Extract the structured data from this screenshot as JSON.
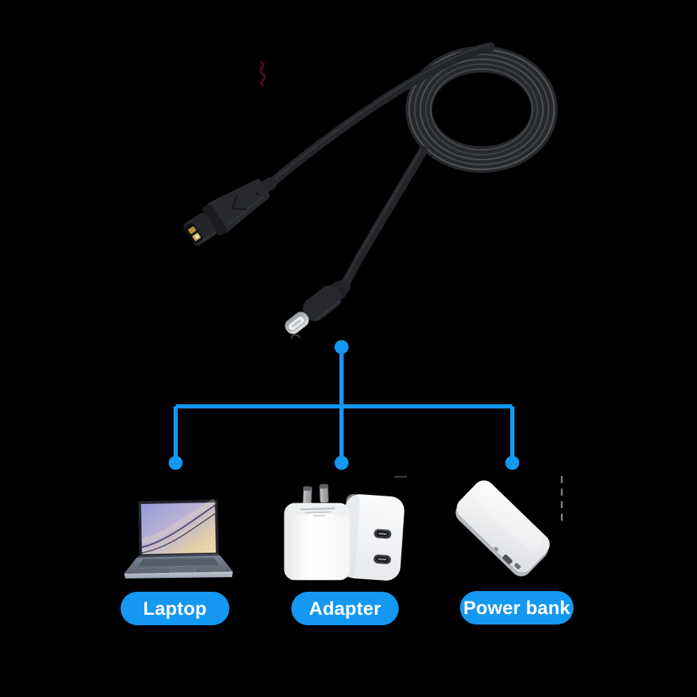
{
  "colors": {
    "background": "#000000",
    "accent": "#1498F1",
    "label_text": "#FFFFFF"
  },
  "cable": {
    "coil_icon": "cable-coil",
    "end_a_icon": "watch-charging-connector",
    "end_b_icon": "usb-c-plug"
  },
  "diagram": {
    "targets": [
      {
        "id": "laptop",
        "label": "Laptop",
        "icon": "laptop-photo"
      },
      {
        "id": "adapter",
        "label": "Adapter",
        "icon": "wall-adapter-photo"
      },
      {
        "id": "power_bank",
        "label": "Power bank",
        "icon": "power-bank-photo"
      }
    ]
  }
}
